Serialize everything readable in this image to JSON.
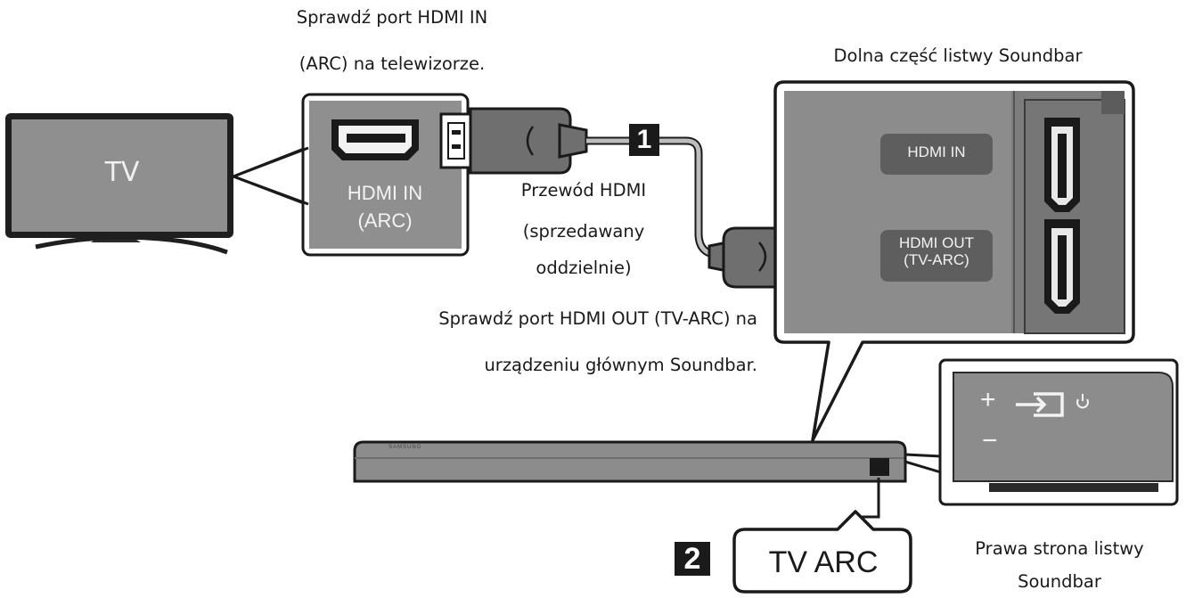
{
  "tv": {
    "label": "TV"
  },
  "tv_port": {
    "line1": "HDMI IN",
    "line2": "(ARC)"
  },
  "notes": {
    "check_tv_port_line1": "Sprawdź port HDMI IN",
    "check_tv_port_line2": "(ARC) na telewizorze.",
    "soundbar_bottom": "Dolna część listwy Soundbar",
    "cable_line1": "Przewód HDMI",
    "cable_line2": "(sprzedawany",
    "cable_line3": "oddzielnie)",
    "check_sb_port_line1": "Sprawdź port HDMI OUT (TV-ARC) na",
    "check_sb_port_line2": "urządzeniu głównym Soundbar.",
    "right_side_line1": "Prawa strona listwy",
    "right_side_line2": "Soundbar"
  },
  "soundbar_ports": {
    "hdmi_in": "HDMI IN",
    "hdmi_out_line1": "HDMI OUT",
    "hdmi_out_line2": "(TV-ARC)"
  },
  "steps": {
    "step1": "1",
    "step2": "2"
  },
  "display": {
    "text": "TV ARC"
  },
  "buttons": {
    "plus": "+",
    "minus": "−",
    "power_icon": "power-icon",
    "source_icon": "source-icon"
  },
  "soundbar_logo": "SAMSUNG"
}
